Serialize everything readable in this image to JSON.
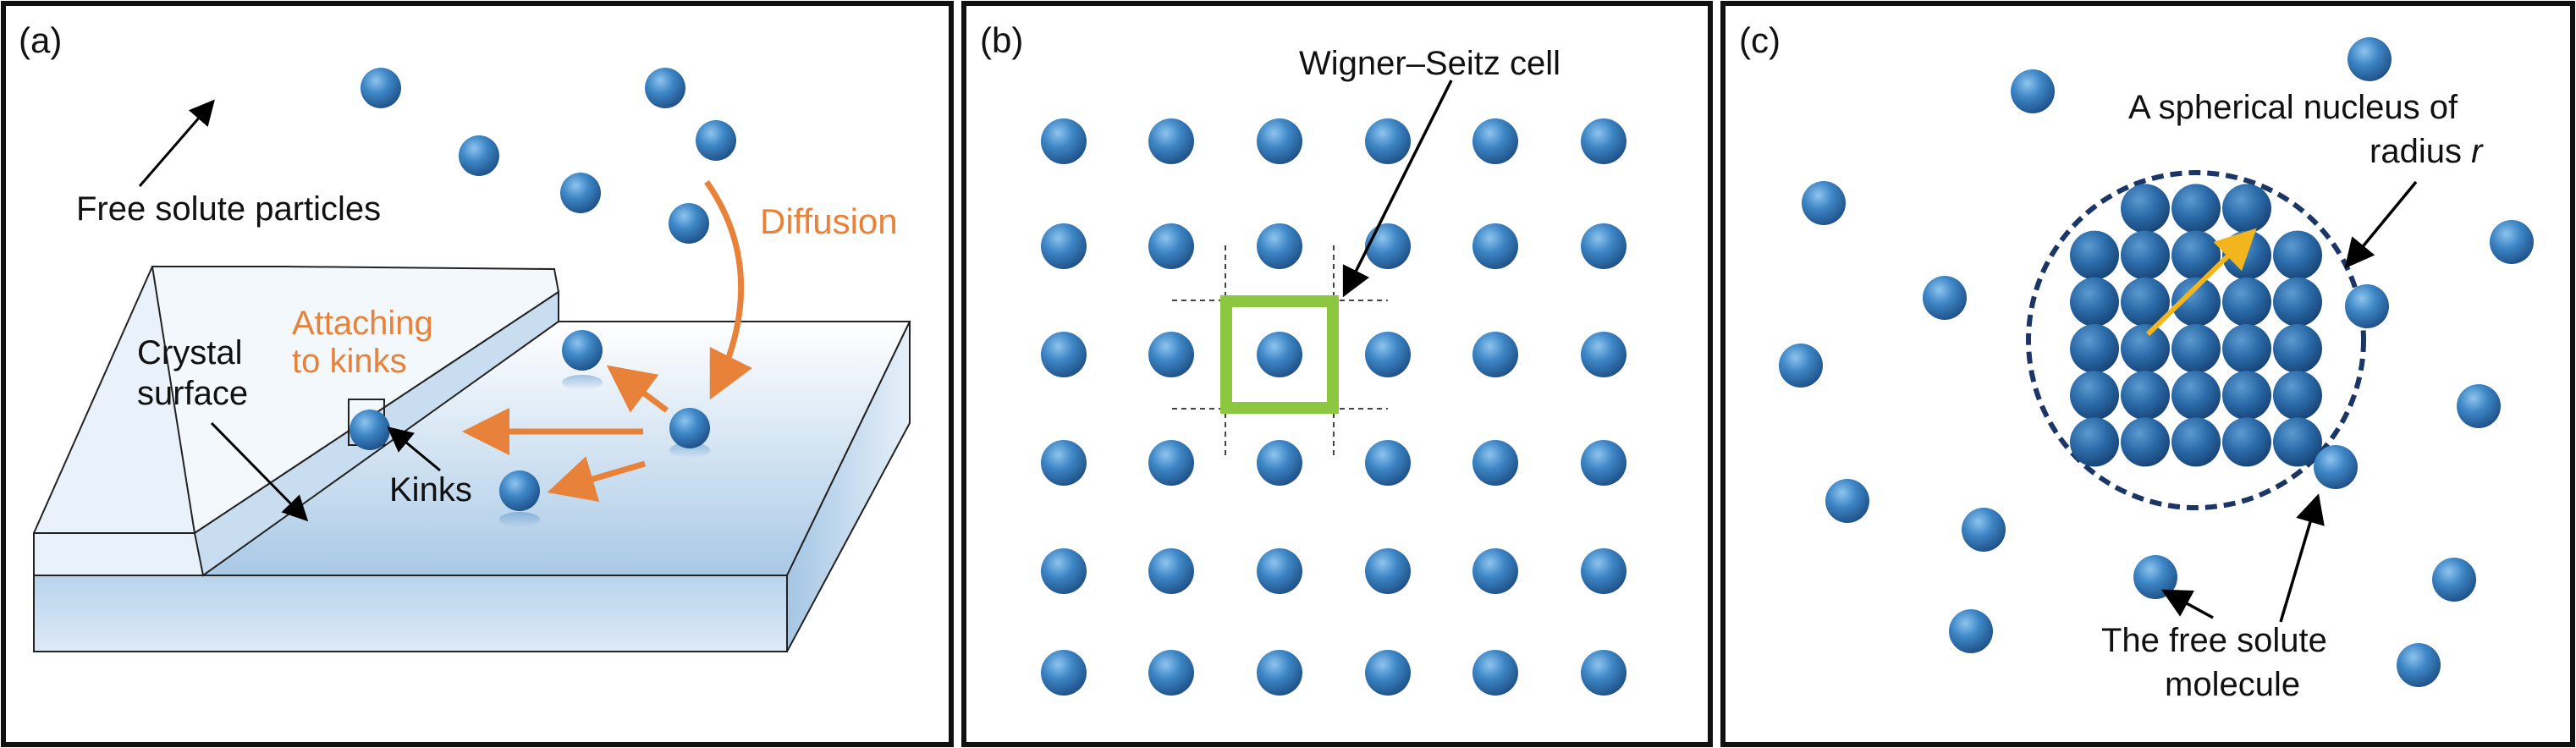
{
  "panels": {
    "a": {
      "tag": "(a)",
      "free_particles_label": "Free solute particles",
      "diffusion_label": "Diffusion",
      "attaching_line1": "Attaching",
      "attaching_line2": "to  kinks",
      "crystal_line1": "Crystal",
      "crystal_line2": "surface",
      "kinks_label": "Kinks"
    },
    "b": {
      "tag": "(b)",
      "wigner_label": "Wigner–Seitz cell"
    },
    "c": {
      "tag": "(c)",
      "nucleus_line1": "A spherical nucleus of",
      "nucleus_line2_prefix": "radius ",
      "nucleus_line2_var": "r",
      "free_molecule_line1": "The free solute",
      "free_molecule_line2": "molecule"
    }
  },
  "colors": {
    "particle": "#3d86c6",
    "particle_dark": "#1e4f86",
    "nucleus_particle": "#2a6aa8",
    "arrow_orange": "#e8823a",
    "text_orange": "#e8823a",
    "cell_green": "#8dc63f",
    "radius_arrow": "#f2b51e",
    "nucleus_outline": "#1a3566",
    "crystal_surface_top": "#ffffff",
    "crystal_surface_bottom": "#9cc0e0"
  }
}
